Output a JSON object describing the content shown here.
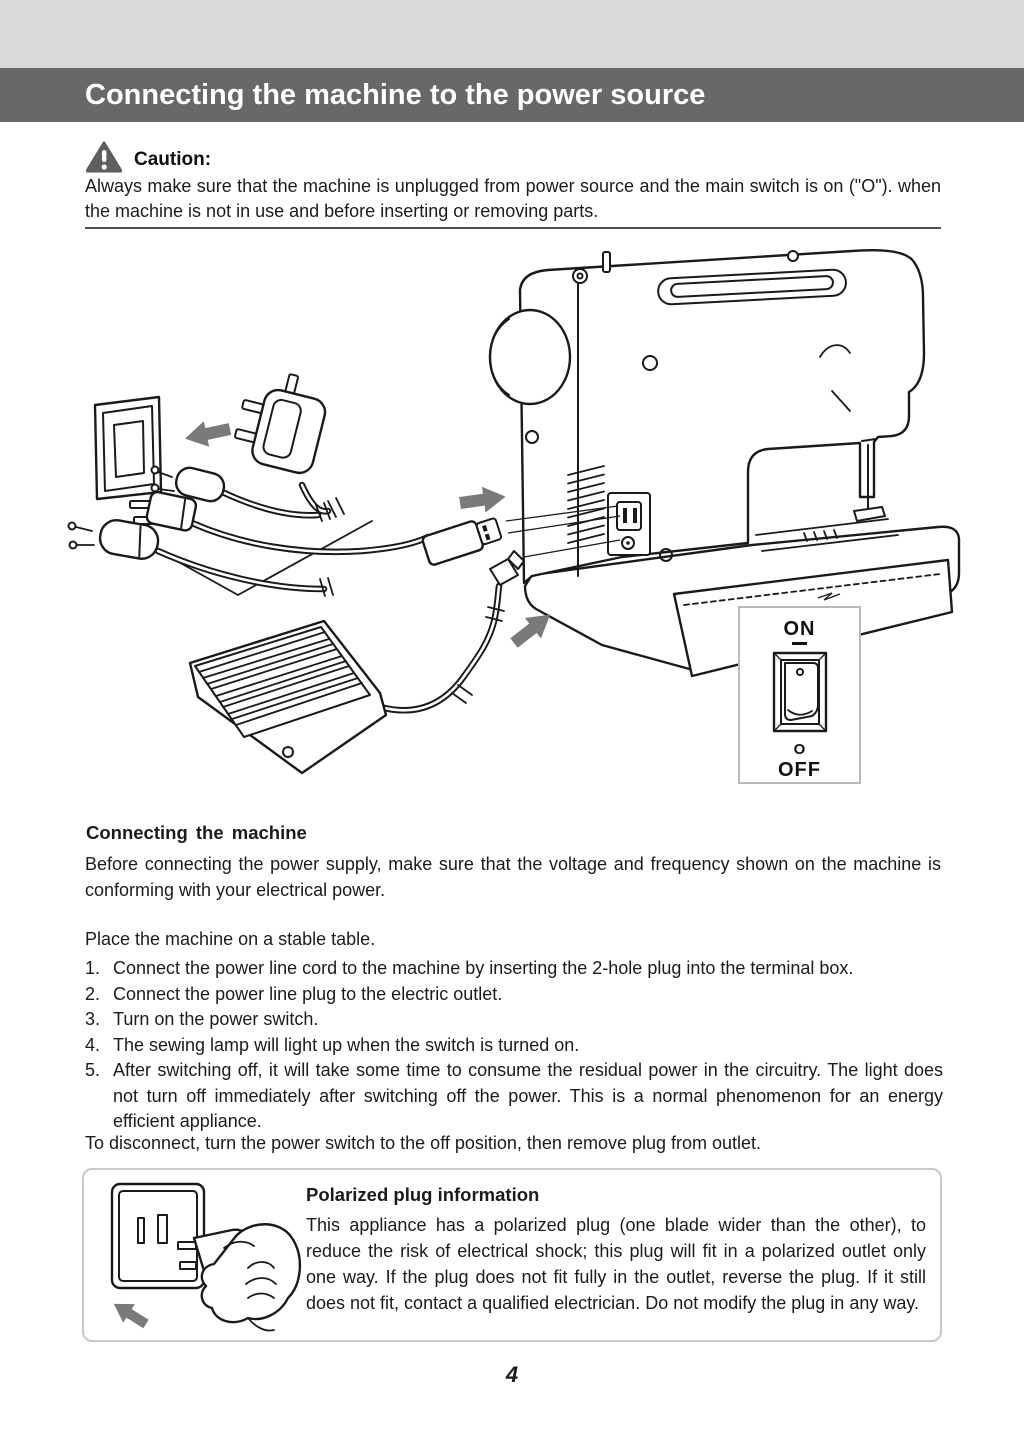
{
  "page": {
    "number": "4"
  },
  "header": {
    "title": "Connecting the machine to the power source",
    "bar_color": "#686868",
    "band_color": "#d9d9d9"
  },
  "caution": {
    "icon": "warning-triangle-icon",
    "label": "Caution:",
    "text": "Always make sure that the machine is unplugged from power source and the main switch is on (\"O\"). when the machine is not in use and before inserting or removing parts."
  },
  "figure": {
    "parts": [
      "wall-outlet",
      "uk-plug-adapter",
      "euro-plug",
      "us-plug",
      "euro-plug-2",
      "power-cord-two-hole-plug",
      "sewing-machine",
      "terminal-box",
      "foot-controller",
      "foot-controller-plug",
      "power-switch"
    ],
    "switch_on": "ON",
    "switch_o": "O",
    "switch_off": "OFF"
  },
  "sections": {
    "connecting": {
      "heading": "Connecting the machine",
      "intro": "Before connecting the power supply, make sure that the voltage and frequency shown on the machine is conforming with your electrical power.",
      "place": "Place the machine on a stable table.",
      "steps": [
        {
          "num": "1.",
          "text": "Connect the power line cord to the machine by inserting the 2-hole plug into the terminal box."
        },
        {
          "num": "2.",
          "text": "Connect the power line plug to the electric outlet."
        },
        {
          "num": "3.",
          "text": "Turn on the power switch."
        },
        {
          "num": "4.",
          "text": "The sewing lamp will light up when the switch is turned on."
        },
        {
          "num": "5.",
          "text": "After switching off, it will take some time to consume the residual power in the circuitry. The light does not turn off immediately after switching off the power. This is a normal phenomenon for an energy efficient appliance."
        }
      ],
      "disconnect": "To disconnect, turn the power switch to the off position, then remove plug from outlet."
    },
    "polarized": {
      "heading": "Polarized plug information",
      "text": "This appliance has a polarized plug (one blade wider than the other), to reduce the risk of electrical shock; this plug will fit in a polarized outlet only one way. If the plug does not fit fully in the outlet, reverse the plug. If it still does not fit, contact a qualified electrician. Do not modify the plug in any way."
    }
  },
  "colors": {
    "arrow": "#7a7a7a",
    "line": "#1a1a1a",
    "box_border": "#c9c9c9",
    "caution_icon": "#5f5f5f"
  }
}
